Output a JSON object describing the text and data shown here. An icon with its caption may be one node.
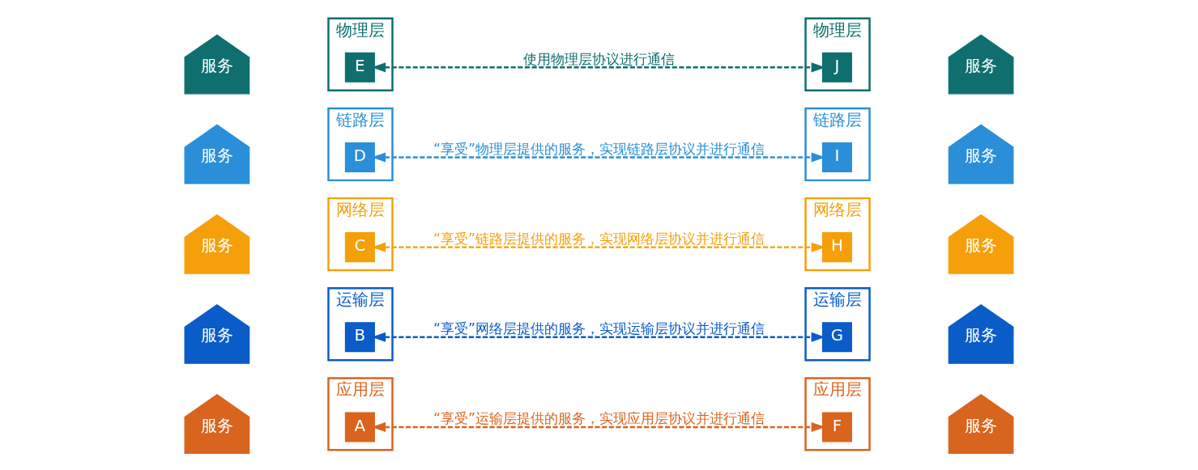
{
  "diagram": {
    "nodes": [
      {
        "text": [
          "服务"
        ]
      },
      {
        "text": [
          "应用层"
        ]
      },
      {
        "text": [
          "A"
        ],
        "in": 1
      },
      {
        "text": [
          "应用层"
        ]
      },
      {
        "text": [
          "F"
        ],
        "in": 3
      },
      {
        "text": [
          "服务"
        ]
      },
      {
        "text": [
          "服务"
        ]
      },
      {
        "text": [
          "运输层"
        ]
      },
      {
        "text": [
          "B"
        ],
        "in": 7
      },
      {
        "text": [
          "运输层"
        ]
      },
      {
        "text": [
          "G"
        ],
        "in": 9
      },
      {
        "text": [
          "服务"
        ]
      },
      {
        "text": [
          "服务"
        ]
      },
      {
        "text": [
          "网络层"
        ]
      },
      {
        "text": [
          "C"
        ],
        "in": 13
      },
      {
        "text": [
          "网络层"
        ]
      },
      {
        "text": [
          "H"
        ],
        "in": 15
      },
      {
        "text": [
          "服务"
        ]
      },
      {
        "text": [
          "服务"
        ]
      },
      {
        "text": [
          "链路层"
        ]
      },
      {
        "text": [
          "D"
        ],
        "in": 19
      },
      {
        "text": [
          "链路层"
        ]
      },
      {
        "text": [
          "I"
        ],
        "in": 21
      },
      {
        "text": [
          "服务"
        ]
      },
      {
        "text": [
          "服务"
        ]
      },
      {
        "text": [
          "物理层"
        ]
      },
      {
        "text": [
          "E"
        ],
        "in": 25
      },
      {
        "text": [
          "物理层"
        ]
      },
      {
        "text": [
          "J"
        ],
        "in": 27
      },
      {
        "text": [
          "服务"
        ]
      }
    ],
    "edges": [
      {
        "from": 2,
        "to": 4,
        "arrow": "both",
        "style": "dashed",
        "color": "#d9641e",
        "label": "“享受”运输层提供的服务，实现应用层协议并进行通信"
      },
      {
        "from": 8,
        "to": 10,
        "arrow": "both",
        "style": "dashed",
        "color": "#0a5cc8",
        "label": "“享受”网络层提供的服务，实现运输层协议并进行通信"
      },
      {
        "from": 14,
        "to": 16,
        "arrow": "both",
        "style": "dashed",
        "color": "#f5a00a",
        "label": "“享受”链路层提供的服务，实现网络层协议并进行通信"
      },
      {
        "from": 20,
        "to": 22,
        "arrow": "both",
        "style": "dashed",
        "color": "#2a8fd8",
        "label": "“享受”物理层提供的服务，实现链路层协议并进行通信"
      },
      {
        "from": 26,
        "to": 28,
        "arrow": "both",
        "style": "dashed",
        "color": "#0f6e6e",
        "label": "使用物理层协议进行通信"
      }
    ]
  }
}
